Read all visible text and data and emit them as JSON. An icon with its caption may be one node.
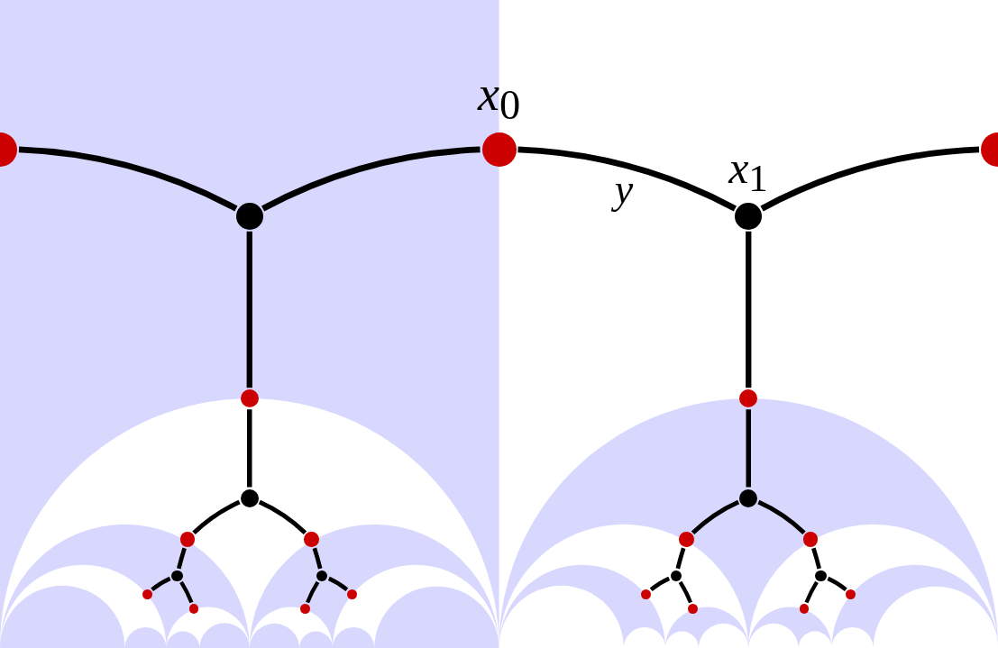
{
  "diagram": {
    "nodes": [
      {
        "text": [],
        "shape": "circle"
      },
      {
        "text": [],
        "shape": "circle",
        "beside": [
          "*x*$_{0}$"
        ]
      },
      {
        "text": [],
        "shape": "circle"
      },
      {
        "text": [],
        "shape": "circle"
      },
      {
        "text": [],
        "shape": "circle",
        "beside": [
          "*x*$_{1}$"
        ]
      },
      {
        "text": [],
        "shape": "circle"
      },
      {
        "text": [],
        "shape": "circle"
      },
      {
        "text": [],
        "shape": "circle"
      },
      {
        "text": [],
        "shape": "circle"
      },
      {
        "text": [],
        "shape": "circle"
      },
      {
        "text": [],
        "shape": "circle"
      },
      {
        "text": [],
        "shape": "circle"
      },
      {
        "text": [],
        "shape": "circle"
      },
      {
        "text": [],
        "shape": "circle"
      },
      {
        "text": [],
        "shape": "circle"
      },
      {
        "text": [],
        "shape": "circle"
      },
      {
        "text": [],
        "shape": "circle"
      },
      {
        "text": [],
        "shape": "circle"
      },
      {
        "text": [],
        "shape": "circle"
      },
      {
        "text": [],
        "shape": "circle"
      },
      {
        "text": [],
        "shape": "circle"
      },
      {
        "text": [],
        "shape": "circle"
      },
      {
        "text": [],
        "shape": "circle"
      },
      {
        "text": [],
        "shape": "circle"
      },
      {
        "text": [],
        "shape": "circle"
      }
    ],
    "edges": [
      {
        "from": 0,
        "to": 3,
        "arrow": "none"
      },
      {
        "from": 3,
        "to": 1,
        "arrow": "none"
      },
      {
        "from": 1,
        "to": 4,
        "arrow": "none",
        "label": "y"
      },
      {
        "from": 4,
        "to": 2,
        "arrow": "none"
      },
      {
        "from": 3,
        "to": 5,
        "arrow": "none"
      },
      {
        "from": 4,
        "to": 6,
        "arrow": "none"
      },
      {
        "from": 5,
        "to": 7,
        "arrow": "none"
      },
      {
        "from": 6,
        "to": 8,
        "arrow": "none"
      },
      {
        "from": 7,
        "to": 9,
        "arrow": "none"
      },
      {
        "from": 7,
        "to": 10,
        "arrow": "none"
      },
      {
        "from": 8,
        "to": 11,
        "arrow": "none"
      },
      {
        "from": 8,
        "to": 12,
        "arrow": "none"
      },
      {
        "from": 9,
        "to": 13,
        "arrow": "none"
      },
      {
        "from": 10,
        "to": 14,
        "arrow": "none"
      },
      {
        "from": 11,
        "to": 15,
        "arrow": "none"
      },
      {
        "from": 12,
        "to": 16,
        "arrow": "none"
      },
      {
        "from": 13,
        "to": 17,
        "arrow": "none"
      },
      {
        "from": 13,
        "to": 21,
        "arrow": "none"
      },
      {
        "from": 14,
        "to": 22,
        "arrow": "none"
      },
      {
        "from": 14,
        "to": 18,
        "arrow": "none"
      },
      {
        "from": 15,
        "to": 19,
        "arrow": "none"
      },
      {
        "from": 15,
        "to": 23,
        "arrow": "none"
      },
      {
        "from": 16,
        "to": 24,
        "arrow": "none"
      },
      {
        "from": 16,
        "to": 20,
        "arrow": "none"
      }
    ]
  }
}
